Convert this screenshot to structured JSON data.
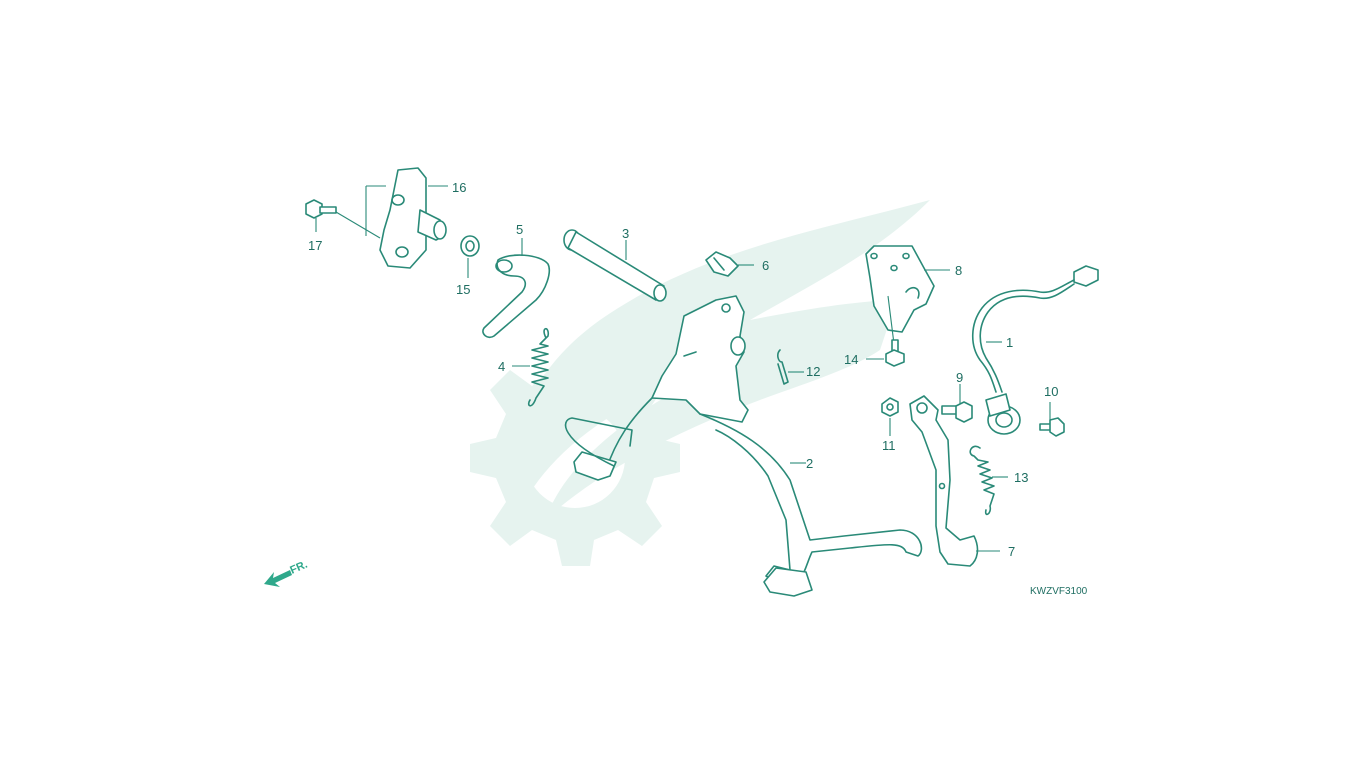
{
  "diagram": {
    "callouts": {
      "c1": "1",
      "c2": "2",
      "c3": "3",
      "c4": "4",
      "c5": "5",
      "c6": "6",
      "c7": "7",
      "c8": "8",
      "c9": "9",
      "c10": "10",
      "c11": "11",
      "c12": "12",
      "c13": "13",
      "c14": "14",
      "c15": "15",
      "c16": "16",
      "c17": "17"
    },
    "drawing_code": "KWZVF3100",
    "direction_label": "FR.",
    "colors": {
      "line": "#2a8a78",
      "watermark": "#e6f3ef",
      "arrow": "#2fa88b"
    }
  }
}
